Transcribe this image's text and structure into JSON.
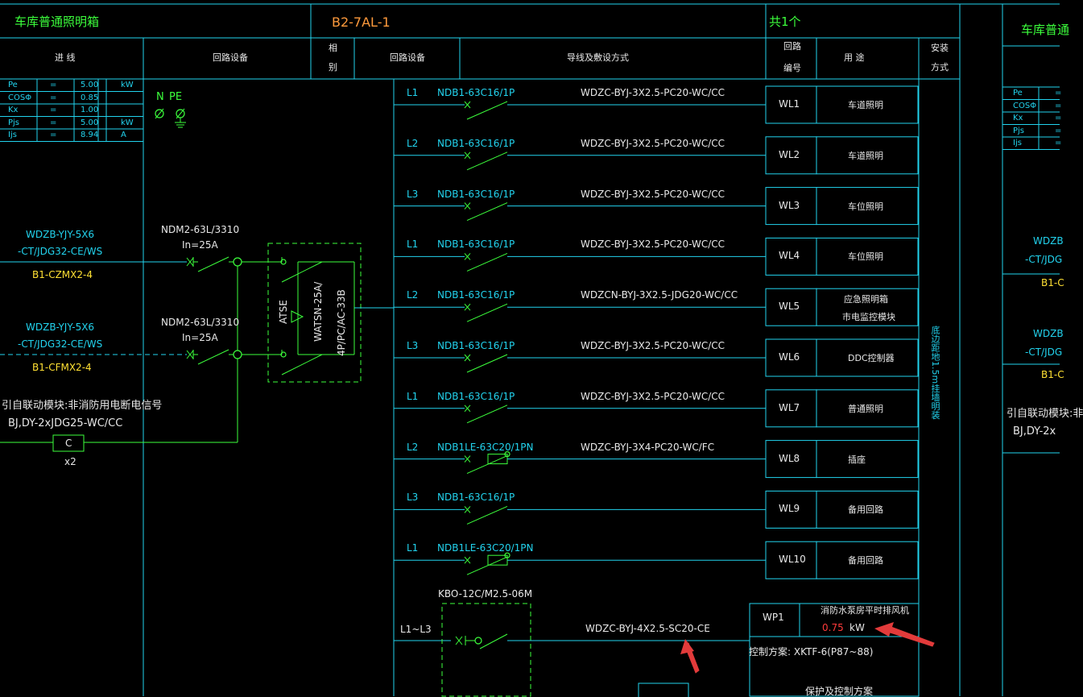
{
  "header": {
    "panel_name": "车库普通照明箱",
    "panel_code": "B2-7AL-1",
    "quantity": "共1个",
    "right_panel_name": "车库普通"
  },
  "columns": {
    "incoming": "进 线",
    "loop_device_left": "回路设备",
    "phase_1": "相",
    "phase_2": "别",
    "loop_device_right": "回路设备",
    "wiring": "导线及敷设方式",
    "loop_no_1": "回路",
    "loop_no_2": "编号",
    "usage": "用 途",
    "install_1": "安装",
    "install_2": "方式"
  },
  "params": [
    {
      "name": "Pe",
      "eq": "=",
      "value": "5.00",
      "unit": "kW"
    },
    {
      "name": "COSΦ",
      "eq": "=",
      "value": "0.85",
      "unit": ""
    },
    {
      "name": "Kx",
      "eq": "=",
      "value": "1.00",
      "unit": ""
    },
    {
      "name": "Pjs",
      "eq": "=",
      "value": "5.00",
      "unit": "kW"
    },
    {
      "name": "Ijs",
      "eq": "=",
      "value": "8.94",
      "unit": "A"
    }
  ],
  "right_params": [
    "Pe",
    "COSΦ",
    "Kx",
    "Pjs",
    "Ijs"
  ],
  "npe": {
    "n": "N",
    "pe": "PE"
  },
  "incoming": {
    "feeder1": {
      "cable": "WDZB-YJY-5X6",
      "route": "-CT/JDG32-CE/WS",
      "source": "B1-CZMX2-4",
      "breaker": "NDM2-63L/3310",
      "rating": "In=25A"
    },
    "feeder2": {
      "cable": "WDZB-YJY-5X6",
      "route": "-CT/JDG32-CE/WS",
      "source": "B1-CFMX2-4",
      "breaker": "NDM2-63L/3310",
      "rating": "In=25A"
    },
    "atse_label": "ATSE",
    "atse_model": "WATSN-25A/",
    "atse_model2": "4P/PC/AC-33B",
    "fire_note": "引自联动模块:非消防用电断电信号",
    "fire_cable": "BJ,DY-2xJDG25-WC/CC",
    "contactor": "C",
    "contactor_qty": "x2"
  },
  "right_incoming": {
    "cable1": "WDZB",
    "route1": "-CT/JDG",
    "source1": "B1-C",
    "cable2": "WDZB",
    "route2": "-CT/JDG",
    "source2": "B1-C",
    "fire_note": "引自联动模块:非",
    "fire_cable": "BJ,DY-2x"
  },
  "circuits": [
    {
      "phase": "L1",
      "device": "NDB1-63C16/1P",
      "wiring": "WDZC-BYJ-3X2.5-PC20-WC/CC",
      "no": "WL1",
      "usage": "车道照明",
      "rcd": false
    },
    {
      "phase": "L2",
      "device": "NDB1-63C16/1P",
      "wiring": "WDZC-BYJ-3X2.5-PC20-WC/CC",
      "no": "WL2",
      "usage": "车道照明",
      "rcd": false
    },
    {
      "phase": "L3",
      "device": "NDB1-63C16/1P",
      "wiring": "WDZC-BYJ-3X2.5-PC20-WC/CC",
      "no": "WL3",
      "usage": "车位照明",
      "rcd": false
    },
    {
      "phase": "L1",
      "device": "NDB1-63C16/1P",
      "wiring": "WDZC-BYJ-3X2.5-PC20-WC/CC",
      "no": "WL4",
      "usage": "车位照明",
      "rcd": false
    },
    {
      "phase": "L2",
      "device": "NDB1-63C16/1P",
      "wiring": "WDZCN-BYJ-3X2.5-JDG20-WC/CC",
      "no": "WL5",
      "usage": "应急照明箱",
      "usage2": "市电监控模块",
      "rcd": false
    },
    {
      "phase": "L3",
      "device": "NDB1-63C16/1P",
      "wiring": "WDZC-BYJ-3X2.5-PC20-WC/CC",
      "no": "WL6",
      "usage": "DDC控制器",
      "rcd": false
    },
    {
      "phase": "L1",
      "device": "NDB1-63C16/1P",
      "wiring": "WDZC-BYJ-3X2.5-PC20-WC/CC",
      "no": "WL7",
      "usage": "普通照明",
      "rcd": false
    },
    {
      "phase": "L2",
      "device": "NDB1LE-63C20/1PN",
      "wiring": "WDZC-BYJ-3X4-PC20-WC/FC",
      "no": "WL8",
      "usage": "插座",
      "rcd": true
    },
    {
      "phase": "L3",
      "device": "NDB1-63C16/1P",
      "wiring": "",
      "no": "WL9",
      "usage": "备用回路",
      "rcd": false
    },
    {
      "phase": "L1",
      "device": "NDB1LE-63C20/1PN",
      "wiring": "",
      "no": "WL10",
      "usage": "备用回路",
      "rcd": true
    }
  ],
  "install_note": "底边距地1.5m挂墙明装",
  "wp1": {
    "phase": "L1~L3",
    "device": "KBO-12C/M2.5-06M",
    "wiring": "WDZC-BYJ-4X2.5-SC20-CE",
    "no": "WP1",
    "usage": "消防水泵房平时排风机",
    "power_value": "0.75",
    "power_unit": "kW",
    "control": "控制方案: XKTF-6(P87~88)",
    "footer": "保护及控制方案"
  },
  "colors": {
    "grid": "#22d3ee",
    "device": "#3cff3c",
    "text": "#e8e8e8",
    "accent": "#ff9a3c",
    "highlight": "#ff3b3b",
    "label": "#ffe033",
    "arrow": "#e23b3b"
  }
}
